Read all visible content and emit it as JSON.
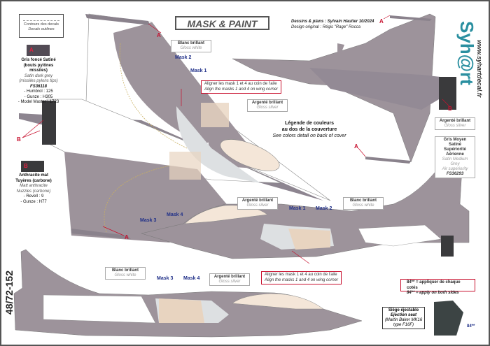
{
  "title": "MASK & PAINT",
  "credits": {
    "line1": "Dessins & plans : Sylvain Hautier 10/2024",
    "line2": "Design original : Régis \"Rage\" Rocca"
  },
  "brand": {
    "logo_text": "Syh@rt",
    "website": "www.syhartdecal.fr"
  },
  "sheet_number": "48/72-152",
  "decal_outline_box": {
    "fr": "Contours des decals",
    "en": "Decals outlines"
  },
  "colors": {
    "A": {
      "letter": "A",
      "fr1": "Gris foncé Satiné",
      "fr2": "(bouts pylônes missiles)",
      "en1": "Satin dark grey",
      "en2": "(missiles pylons tips)",
      "fs": "FS36118",
      "refs": [
        "- Humbrol : 125",
        "- Gunze : H305",
        "- Model Master : 1723"
      ],
      "hex": "#524b55"
    },
    "B": {
      "letter": "B",
      "fr1": "Anthracite mat",
      "fr2": "Tuyères (carbone)",
      "en1": "Matt anthracite",
      "en2": "Nuzzles (carbone)",
      "refs": [
        "- Revell : 9",
        "- Gunze : H77"
      ],
      "hex": "#3a3a3c"
    }
  },
  "labels": {
    "gloss_white": {
      "fr": "Blanc brillant",
      "en": "Gloss white"
    },
    "gloss_silver": {
      "fr": "Argenté brillant",
      "en": "Gloss silver"
    },
    "medium_grey": {
      "fr1": "Gris Moyen Satiné",
      "fr2": "Supériorité Aérienne",
      "en1": "Satin Medium Grey",
      "en2": "Air superiority",
      "fs": "FS36293"
    },
    "align": {
      "fr": "Aligner les mask 1 et 4 au coin de l'aile",
      "en": "Align the masks 1 and 4 on wing corner"
    },
    "legend": {
      "fr1": "Légende de couleurs",
      "fr2": "au dos de la couverture",
      "en": "See colors detail on back of cover"
    },
    "both_sides": {
      "fr": "84** = appliquer de chaque cotés",
      "en": "84** = apply on both sides"
    },
    "seat": {
      "fr": "Siège éjectable",
      "en": "Ejection seat",
      "detail1": "(Martin Baker MK16",
      "detail2": "type F16F)",
      "ref": "84**"
    }
  },
  "masks": {
    "m1": "Mask 1",
    "m2": "Mask 2",
    "m3": "Mask 3",
    "m4": "Mask 4"
  },
  "palette": {
    "grey": "#9d939b",
    "dark": "#7d7480",
    "tan": "#e8d4c0",
    "silver": "#dde0e2",
    "red": "#c8102e",
    "blue": "#1f2f88"
  }
}
